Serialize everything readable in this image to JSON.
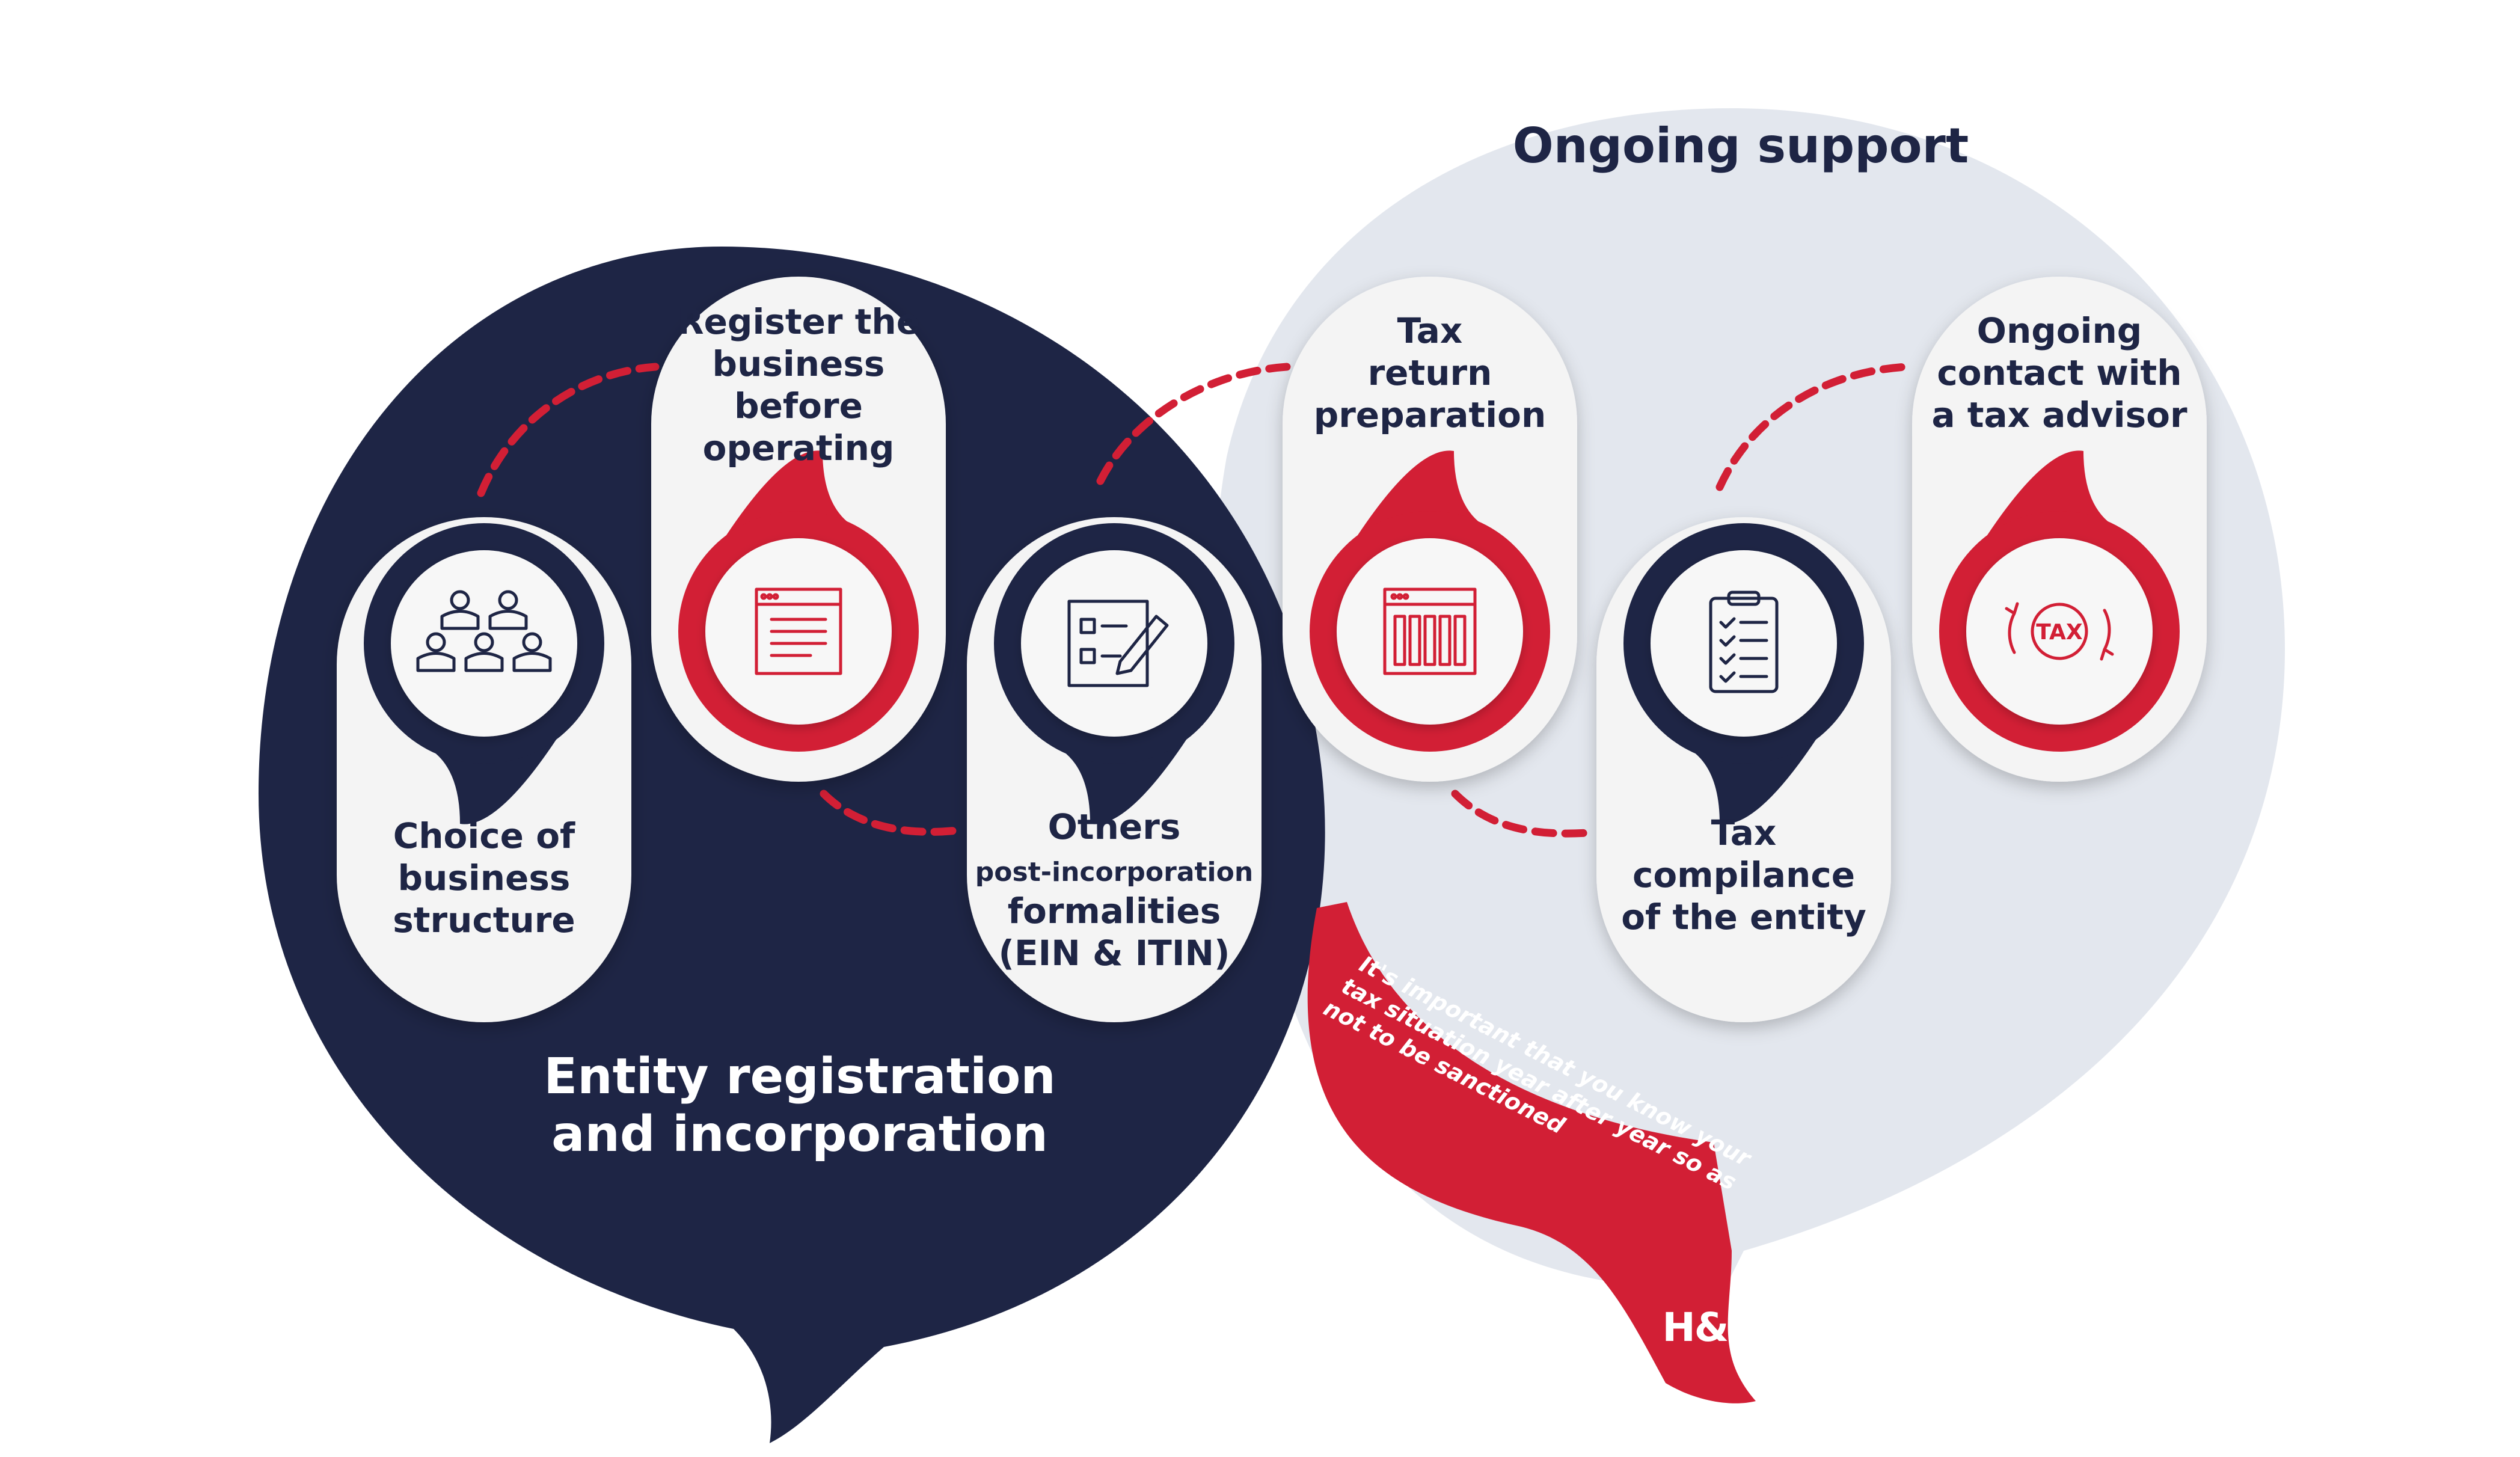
{
  "sections": {
    "registration_title_line1": "Entity registration",
    "registration_title_line2": "and incorporation",
    "support_title": "Ongoing support"
  },
  "steps": [
    {
      "lines": [
        "Choice of",
        "business",
        "structure"
      ],
      "icon": "people-group-icon"
    },
    {
      "lines": [
        "Register the",
        "business",
        "before",
        "operating"
      ],
      "icon": "document-icon"
    },
    {
      "lines": [
        "Others",
        "post-incorporation",
        "formalities",
        "(EIN & ITIN)"
      ],
      "icon": "checklist-pen-icon"
    },
    {
      "lines": [
        "Tax",
        "return",
        "preparation"
      ],
      "icon": "ledger-icon"
    },
    {
      "lines": [
        "Tax",
        "compilance",
        "of the entity"
      ],
      "icon": "clipboard-checklist-icon"
    },
    {
      "lines": [
        "Ongoing",
        "contact with",
        "a tax advisor"
      ],
      "icon": "tax-cycle-icon"
    }
  ],
  "ribbon": {
    "line1": "It's important that you know your",
    "line2": "tax situation year after year so as",
    "line3": "not to be sanctioned"
  },
  "logo": {
    "text": "H&CO."
  },
  "tax_badge": "TAX",
  "colors": {
    "navy": "#1e2545",
    "red": "#d21f35",
    "light": "#e3e7ee",
    "card": "#f4f4f4"
  }
}
